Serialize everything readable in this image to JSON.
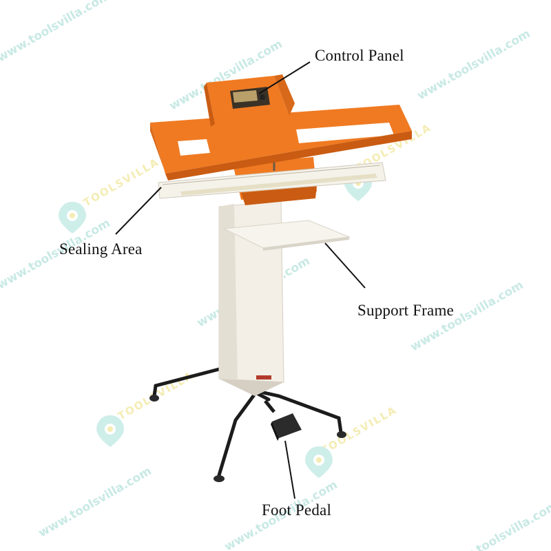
{
  "labels": {
    "control_panel": "Control Panel",
    "sealing_area": "Sealing Area",
    "support_frame": "Support Frame",
    "foot_pedal": "Foot Pedal"
  },
  "watermark": {
    "url": "www.toolsvilla.com",
    "brand": "TOOLSVILLA",
    "text_color": "#bfe6e0",
    "brand_color": "#f3e9a6",
    "icon": "location-pin-icon"
  },
  "colors": {
    "frame_orange": "#f07a22",
    "frame_orange_dark": "#c95c12",
    "body_cream": "#f3efe6",
    "stand_black": "#1c1c1c",
    "leader_line": "#111111"
  }
}
